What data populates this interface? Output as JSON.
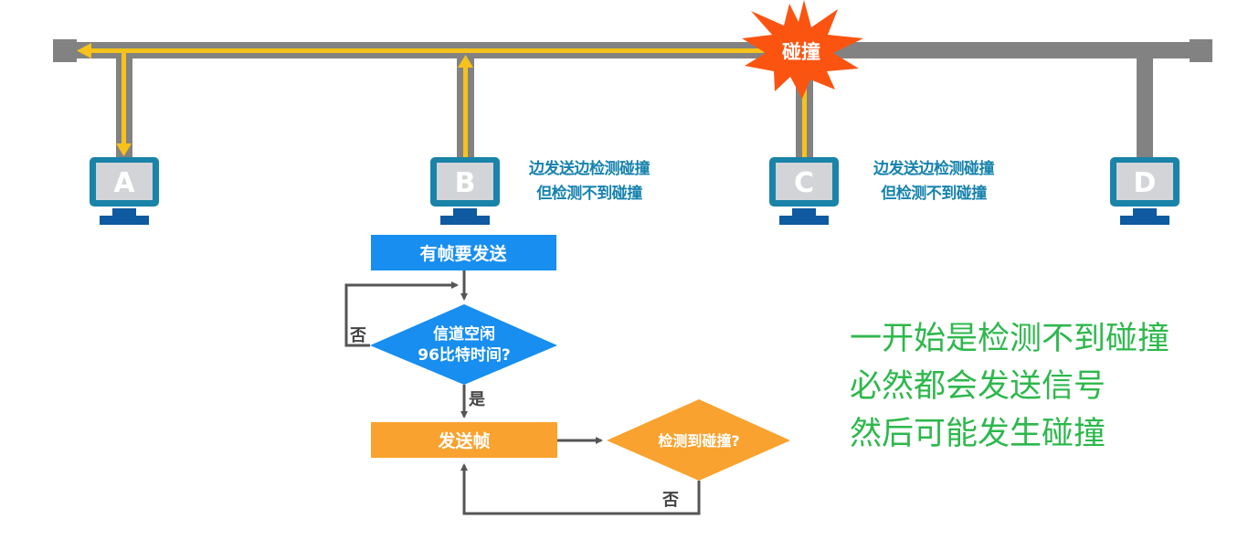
{
  "colors": {
    "bus": "#828282",
    "signal": "#f7c21a",
    "collision": "#fb5411",
    "monitor_frame": "#1a83a8",
    "monitor_screen": "#d2d4d8",
    "stand": "#0f5aa0",
    "flow_blue": "#178ef0",
    "flow_orange": "#f9a22f",
    "flow_line": "#555555",
    "caption": "#1582ad",
    "note": "#2db84c"
  },
  "network": {
    "collision_label": "碰撞",
    "stations": [
      {
        "id": "A",
        "label": "A"
      },
      {
        "id": "B",
        "label": "B",
        "caption": [
          "边发送边检测碰撞",
          "但检测不到碰撞"
        ]
      },
      {
        "id": "C",
        "label": "C",
        "caption": [
          "边发送边检测碰撞",
          "但检测不到碰撞"
        ]
      },
      {
        "id": "D",
        "label": "D"
      }
    ]
  },
  "flowchart": {
    "start": "有帧要发送",
    "idle_check": [
      "信道空闲",
      "96比特时间?"
    ],
    "idle_no": "否",
    "idle_yes": "是",
    "send": "发送帧",
    "collision_check": "检测到碰撞?",
    "collision_no": "否"
  },
  "note": {
    "lines": [
      "一开始是检测不到碰撞",
      "必然都会发送信号",
      "然后可能发生碰撞"
    ]
  }
}
